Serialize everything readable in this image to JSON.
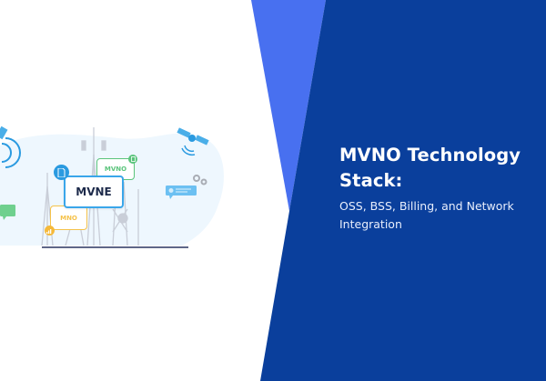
{
  "banner": {
    "title_line1": "MVNO Technology",
    "title_line2": "Stack:",
    "subtitle_line1": "OSS, BSS, Billing, and Network",
    "subtitle_line2": "Integration"
  },
  "illustration": {
    "center_label": "MVNE",
    "top_label": "MVNO",
    "bottom_label": "MNO",
    "icons": [
      "satellite-icon",
      "signal-waves-icon",
      "sim-card-icon",
      "chat-bubble-icon",
      "gears-icon",
      "message-icon",
      "signal-bars-icon",
      "cell-tower-icon"
    ]
  },
  "colors": {
    "navy": "#0a3f9c",
    "accent_blue": "#4870f0",
    "mvne_border": "#3aa6ea",
    "mvno_green": "#5bc47c",
    "mno_yellow": "#f5c24a",
    "blob": "#eef7fe",
    "text_dark": "#1d2a4a"
  }
}
